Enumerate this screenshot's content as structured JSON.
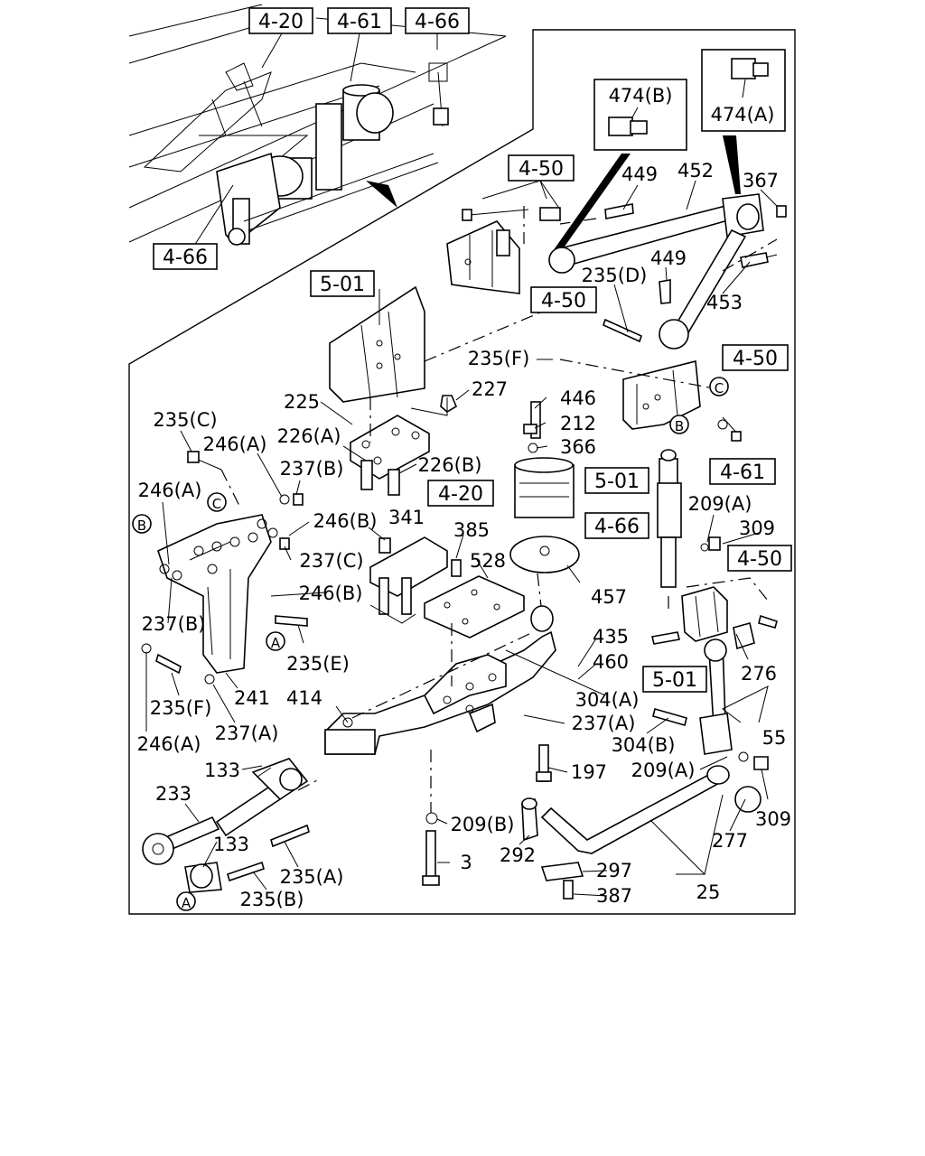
{
  "ref_boxes": [
    "4-20",
    "4-61",
    "4-66",
    "4-66",
    "4-50",
    "5-01",
    "4-50",
    "4-50",
    "5-01",
    "4-61",
    "4-20",
    "4-66",
    "4-50",
    "5-01"
  ],
  "inset_labels": [
    "474(B)",
    "474(A)"
  ],
  "circle_markers": [
    "C",
    "C",
    "B",
    "B",
    "A",
    "A"
  ],
  "part_numbers": [
    "449",
    "452",
    "367",
    "449",
    "235(D)",
    "453",
    "235(F)",
    "227",
    "225",
    "446",
    "212",
    "366",
    "235(C)",
    "246(A)",
    "226(A)",
    "237(B)",
    "226(B)",
    "246(A)",
    "246(B)",
    "341",
    "385",
    "528",
    "209(A)",
    "309",
    "237(C)",
    "246(B)",
    "457",
    "237(B)",
    "235(E)",
    "435",
    "460",
    "276",
    "241",
    "414",
    "304(A)",
    "237(A)",
    "55",
    "235(F)",
    "237(A)",
    "304(B)",
    "246(A)",
    "133",
    "197",
    "209(A)",
    "233",
    "309",
    "209(B)",
    "133",
    "277",
    "292",
    "3",
    "235(A)",
    "297",
    "235(B)",
    "387",
    "25"
  ]
}
